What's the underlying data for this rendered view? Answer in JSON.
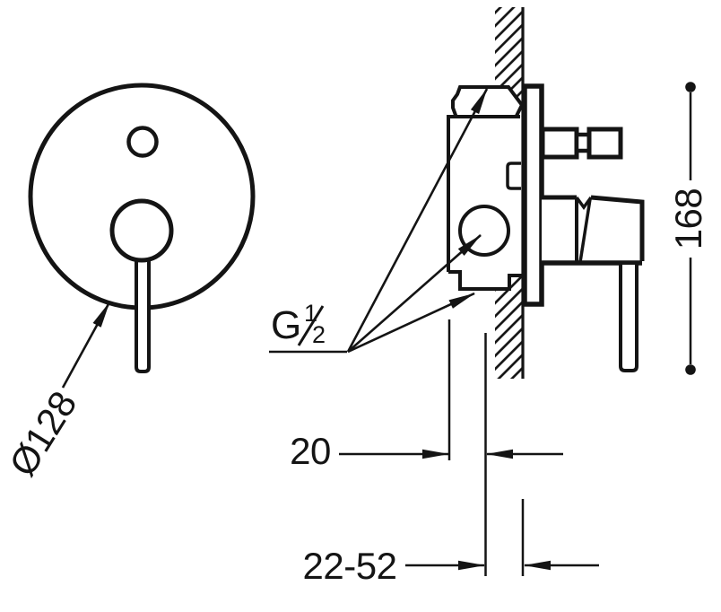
{
  "drawing": {
    "colors": {
      "line": "#141414",
      "background": "#ffffff"
    },
    "front_view": {
      "diameter_label": "Ø128"
    },
    "side_view": {
      "thread_label": {
        "prefix": "G",
        "numerator": "1",
        "denominator": "2"
      },
      "dimensions": {
        "wall_offset": "20",
        "installation_depth_range": "22-52",
        "total_height": "168"
      }
    }
  }
}
